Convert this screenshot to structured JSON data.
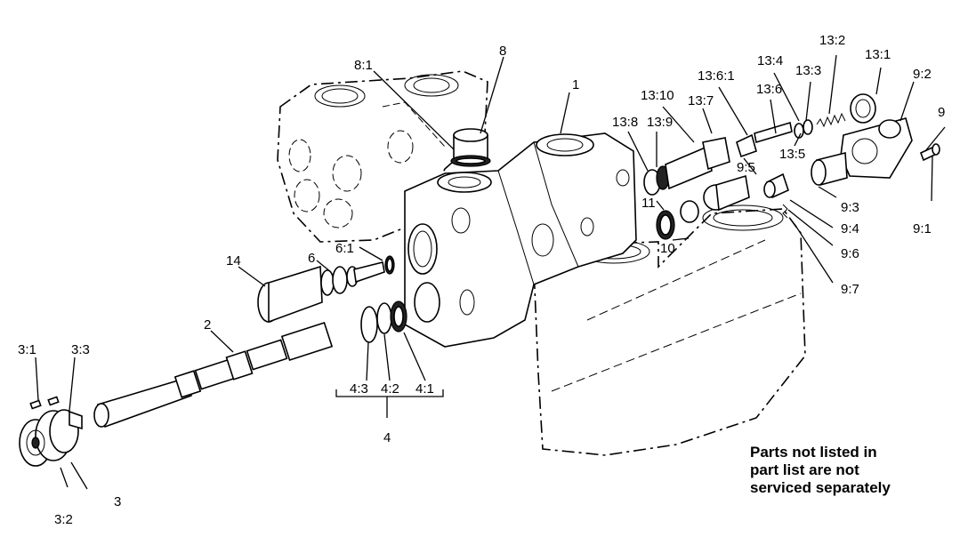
{
  "labels": {
    "l_1": "1",
    "l_2": "2",
    "l_3": "3",
    "l_3_1": "3:1",
    "l_3_2": "3:2",
    "l_3_3": "3:3",
    "l_4": "4",
    "l_4_1": "4:1",
    "l_4_2": "4:2",
    "l_4_3": "4:3",
    "l_6": "6",
    "l_6_1": "6:1",
    "l_8": "8",
    "l_8_1": "8:1",
    "l_9": "9",
    "l_9_1": "9:1",
    "l_9_2": "9:2",
    "l_9_3": "9:3",
    "l_9_4": "9:4",
    "l_9_5": "9:5",
    "l_9_6": "9:6",
    "l_9_7": "9:7",
    "l_10": "10",
    "l_11": "11",
    "l_13_1": "13:1",
    "l_13_2": "13:2",
    "l_13_3": "13:3",
    "l_13_4": "13:4",
    "l_13_5": "13:5",
    "l_13_6": "13:6",
    "l_13_6_1": "13:6:1",
    "l_13_7": "13:7",
    "l_13_8": "13:8",
    "l_13_9": "13:9",
    "l_13_10": "13:10",
    "l_14": "14"
  },
  "note": {
    "line1": "Parts not listed in",
    "line2": "part list are not",
    "line3": "serviced separately"
  }
}
